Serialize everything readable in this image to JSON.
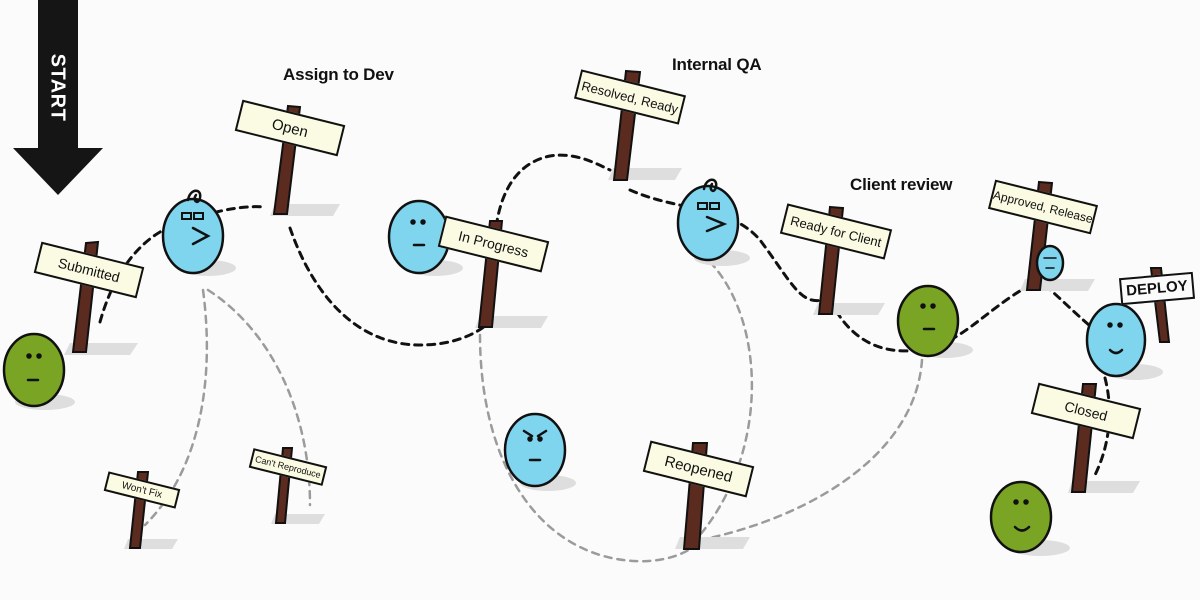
{
  "start": {
    "label": "START"
  },
  "titles": {
    "assign_to_dev": "Assign to Dev",
    "internal_qa": "Internal QA",
    "client_review": "Client review"
  },
  "signs": {
    "submitted": "Submitted",
    "open": "Open",
    "in_progress": "In Progress",
    "resolved_ready": "Resolved, Ready",
    "ready_for_client": "Ready for Client",
    "approved_release": "Approved, Release",
    "closed": "Closed",
    "reopened": "Reopened",
    "wont_fix": "Won't Fix",
    "cant_reproduce": "Can't Reproduce",
    "deploy": "DEPLOY"
  },
  "colors": {
    "blob_blue": "#7fd4ee",
    "blob_green": "#7aa524",
    "post_brown": "#5a2b1e",
    "sign_fill": "#fbfbe3",
    "main_path": "#111111",
    "alt_path": "#9b9b9b",
    "arrow": "#151515"
  }
}
